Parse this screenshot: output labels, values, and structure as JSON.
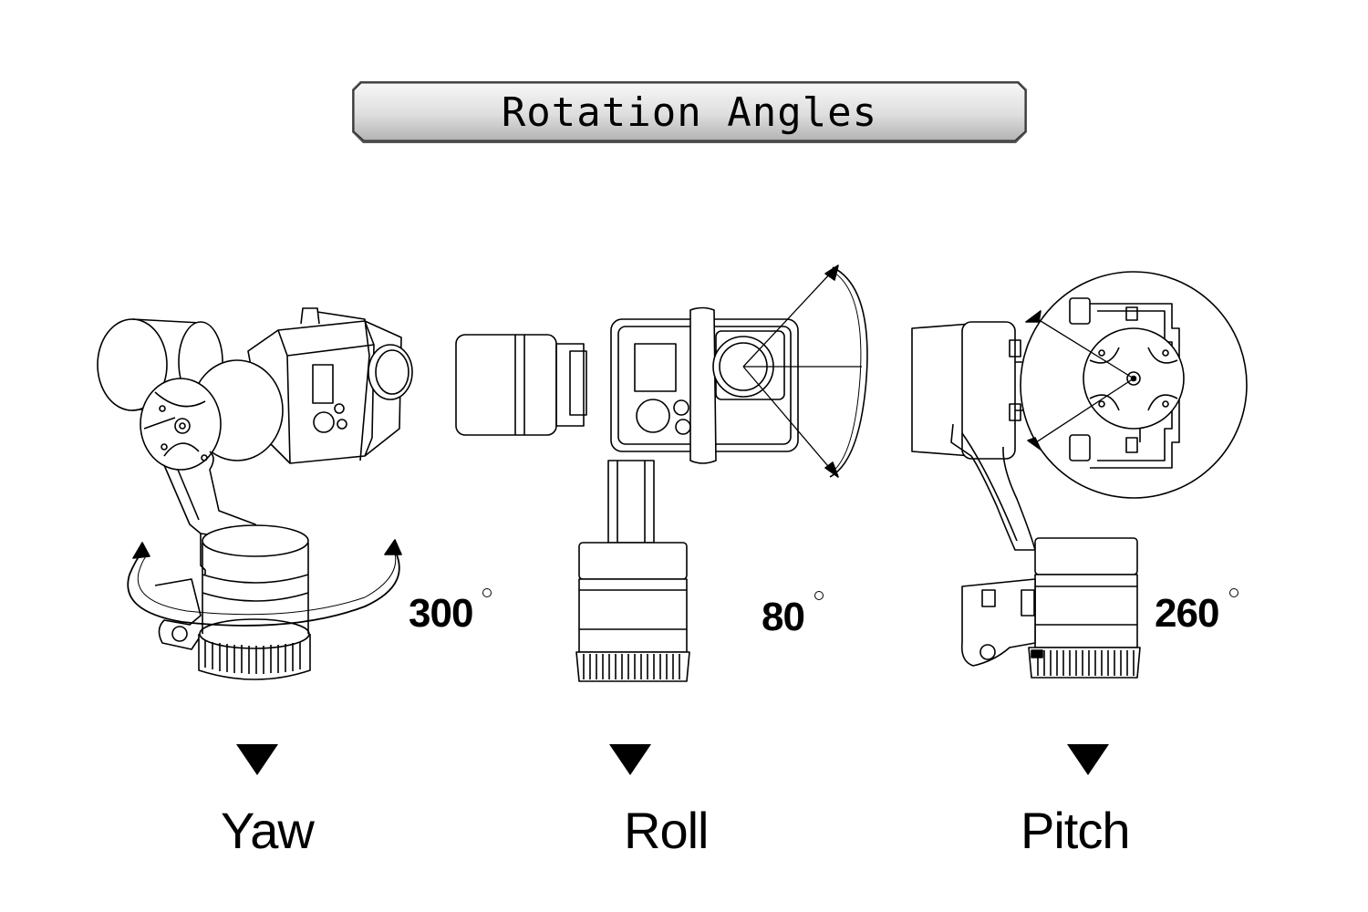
{
  "title": "Rotation Angles",
  "axes": [
    {
      "name": "Yaw",
      "angle": "300",
      "unit": "degree-symbol"
    },
    {
      "name": "Roll",
      "angle": "80",
      "unit": "degree-symbol"
    },
    {
      "name": "Pitch",
      "angle": "260",
      "unit": "degree-symbol"
    }
  ],
  "colors": {
    "ink": "#000000",
    "banner_light": "#f5f5f5",
    "banner_dark": "#b5b5b5"
  }
}
